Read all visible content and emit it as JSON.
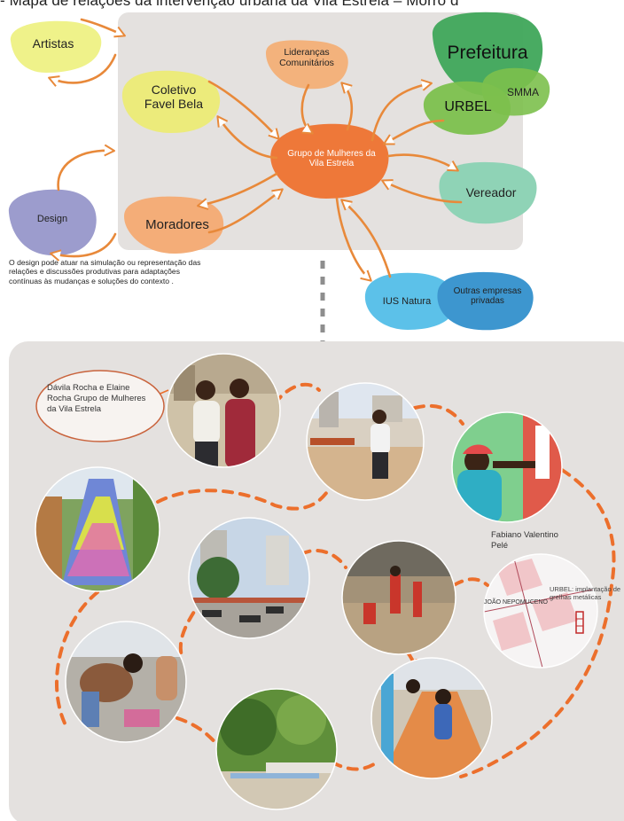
{
  "title": "- Mapa de relações da intervenção urbana da Vila Estrela – Morro d",
  "map": {
    "center": "Grupo de Mulheres da Vila Estrela",
    "nodes": {
      "artistas": "Artistas",
      "coletivo": "Coletivo Favel Bela",
      "liderancas": "Lideranças Comunitários",
      "prefeitura": "Prefeitura",
      "urbel": "URBEL",
      "smma": "SMMA",
      "vereador": "Vereador",
      "moradores": "Moradores",
      "design": "Design",
      "ius": "IUS Natura",
      "outras": "Outras empresas privadas"
    },
    "design_note": "O design pode atuar na simulação ou representação das relações e discussões produtivas para adaptações contínuas às mudanças e soluções do contexto ."
  },
  "photos": {
    "dav_caption": "Dávila Rocha e Elaine Rocha Grupo de Mulheres da Vila Estrela",
    "fabiano_caption": "Fabiano Valentino Pelé",
    "urbel_map_label": "URBEL: implantação de grelhas metálicas",
    "street_label": "JOÃO NEPOMUCENO"
  },
  "colors": {
    "arrow": "#e8893a",
    "panel": "#e4e1df",
    "artistas": "#eff28a",
    "coletivo": "#eceb7b",
    "liderancas": "#f3b27c",
    "prefeitura": "#3fa65a",
    "urbel": "#7cc04d",
    "vereador": "#8fd3b6",
    "moradores": "#f4ad78",
    "design": "#9c9ccd",
    "ius": "#5cc1e9",
    "outras": "#3d96cf",
    "center": "#ee7839"
  }
}
